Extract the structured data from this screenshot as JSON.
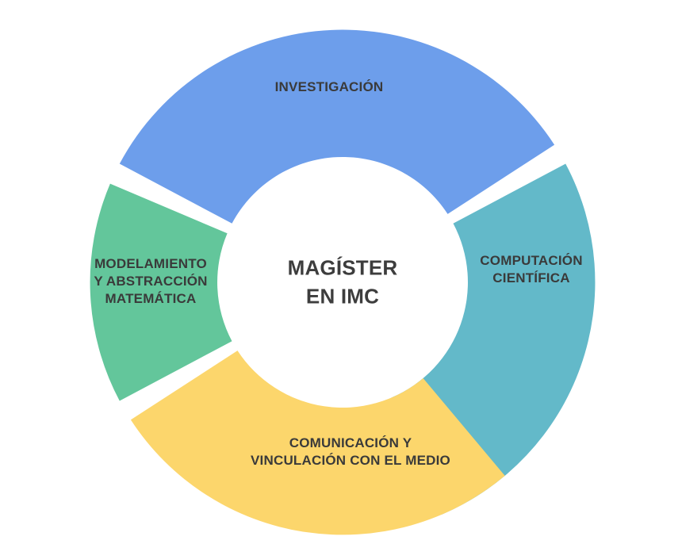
{
  "center": {
    "line1": "MAGÍSTER",
    "line2": "EN IMC"
  },
  "segments": [
    {
      "key": "investigacion",
      "lines": [
        "INVESTIGACIÓN"
      ],
      "color": "#6d9eeb"
    },
    {
      "key": "computacion",
      "lines": [
        "COMPUTACIÓN",
        "CIENTÍFICA"
      ],
      "color": "#63b9c9"
    },
    {
      "key": "comunicacion",
      "lines": [
        "COMUNICACIÓN Y",
        "VINCULACIÓN CON EL MEDIO"
      ],
      "color": "#fcd66c"
    },
    {
      "key": "modelamiento",
      "lines": [
        "MODELAMIENTO",
        "Y ABSTRACCIÓN",
        "MATEMÁTICA"
      ],
      "color": "#63c69b"
    }
  ]
}
